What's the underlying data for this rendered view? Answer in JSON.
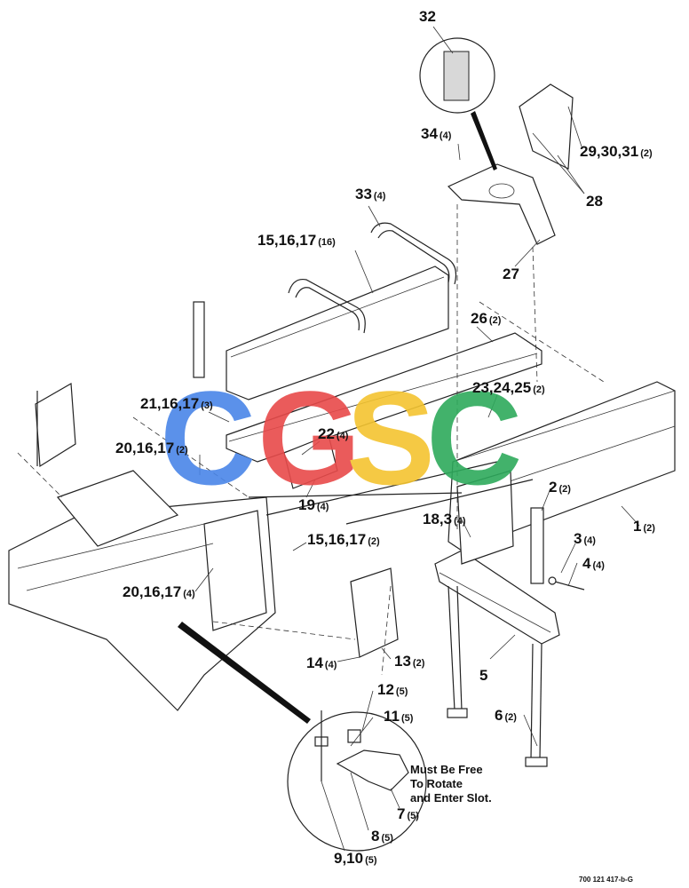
{
  "callouts": [
    {
      "id": "c32",
      "num": "32",
      "qty": ""
    },
    {
      "id": "c34",
      "num": "34",
      "qty": "(4)"
    },
    {
      "id": "c29",
      "num": "29,30,31",
      "qty": "(2)"
    },
    {
      "id": "c28",
      "num": "28",
      "qty": ""
    },
    {
      "id": "c27",
      "num": "27",
      "qty": ""
    },
    {
      "id": "c33",
      "num": "33",
      "qty": "(4)"
    },
    {
      "id": "c15a",
      "num": "15,16,17",
      "qty": "(16)"
    },
    {
      "id": "c26",
      "num": "26",
      "qty": "(2)"
    },
    {
      "id": "c23",
      "num": "23,24,25",
      "qty": "(2)"
    },
    {
      "id": "c21",
      "num": "21,16,17",
      "qty": "(3)"
    },
    {
      "id": "c22",
      "num": "22",
      "qty": "(4)"
    },
    {
      "id": "c20a",
      "num": "20,16,17",
      "qty": "(2)"
    },
    {
      "id": "c19",
      "num": "19",
      "qty": "(4)"
    },
    {
      "id": "c2",
      "num": "2",
      "qty": "(2)"
    },
    {
      "id": "c18",
      "num": "18,3",
      "qty": "(4)"
    },
    {
      "id": "c1",
      "num": "1",
      "qty": "(2)"
    },
    {
      "id": "c15b",
      "num": "15,16,17",
      "qty": "(2)"
    },
    {
      "id": "c3",
      "num": "3",
      "qty": "(4)"
    },
    {
      "id": "c4",
      "num": "4",
      "qty": "(4)"
    },
    {
      "id": "c20b",
      "num": "20,16,17",
      "qty": "(4)"
    },
    {
      "id": "c14",
      "num": "14",
      "qty": "(4)"
    },
    {
      "id": "c13",
      "num": "13",
      "qty": "(2)"
    },
    {
      "id": "c5",
      "num": "5",
      "qty": ""
    },
    {
      "id": "c12",
      "num": "12",
      "qty": "(5)"
    },
    {
      "id": "c11",
      "num": "11",
      "qty": "(5)"
    },
    {
      "id": "c6",
      "num": "6",
      "qty": "(2)"
    },
    {
      "id": "c7",
      "num": "7",
      "qty": "(5)"
    },
    {
      "id": "c8",
      "num": "8",
      "qty": "(5)"
    },
    {
      "id": "c9",
      "num": "9,10",
      "qty": "(5)"
    }
  ],
  "note": {
    "line1": "Must Be Free",
    "line2": "To Rotate",
    "line3": "and Enter Slot."
  },
  "doc_number": "700 121 417-b-G",
  "watermark": {
    "letters": [
      "C",
      "G",
      "S",
      "C"
    ],
    "colors": [
      "#4a86e8",
      "#e84a4a",
      "#f4c430",
      "#2eaa5c"
    ]
  }
}
